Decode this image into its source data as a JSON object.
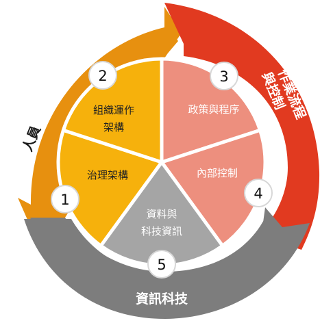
{
  "colors": {
    "orange_ring": "#e7900f",
    "red_ring": "#e13a20",
    "gray_ring": "#7d7d7d",
    "seg_yellow": "#f6b10c",
    "seg_salmon": "#ed8f7e",
    "seg_gray": "#a5a5a5",
    "ring_text": "#ffffff",
    "ring_text_dark": "#1a1a1a"
  },
  "outer_ring": {
    "people": "人員",
    "operations_line1": "作業流程",
    "operations_line2": "與控制",
    "information_technology": "資訊科技"
  },
  "segments": [
    {
      "number": "1",
      "line1": "治理架構",
      "line2": ""
    },
    {
      "number": "2",
      "line1": "組織運作",
      "line2": "架構"
    },
    {
      "number": "3",
      "line1": "政策與程序",
      "line2": ""
    },
    {
      "number": "4",
      "line1": "內部控制",
      "line2": ""
    },
    {
      "number": "5",
      "line1": "資料與",
      "line2": "科技資訊"
    }
  ]
}
